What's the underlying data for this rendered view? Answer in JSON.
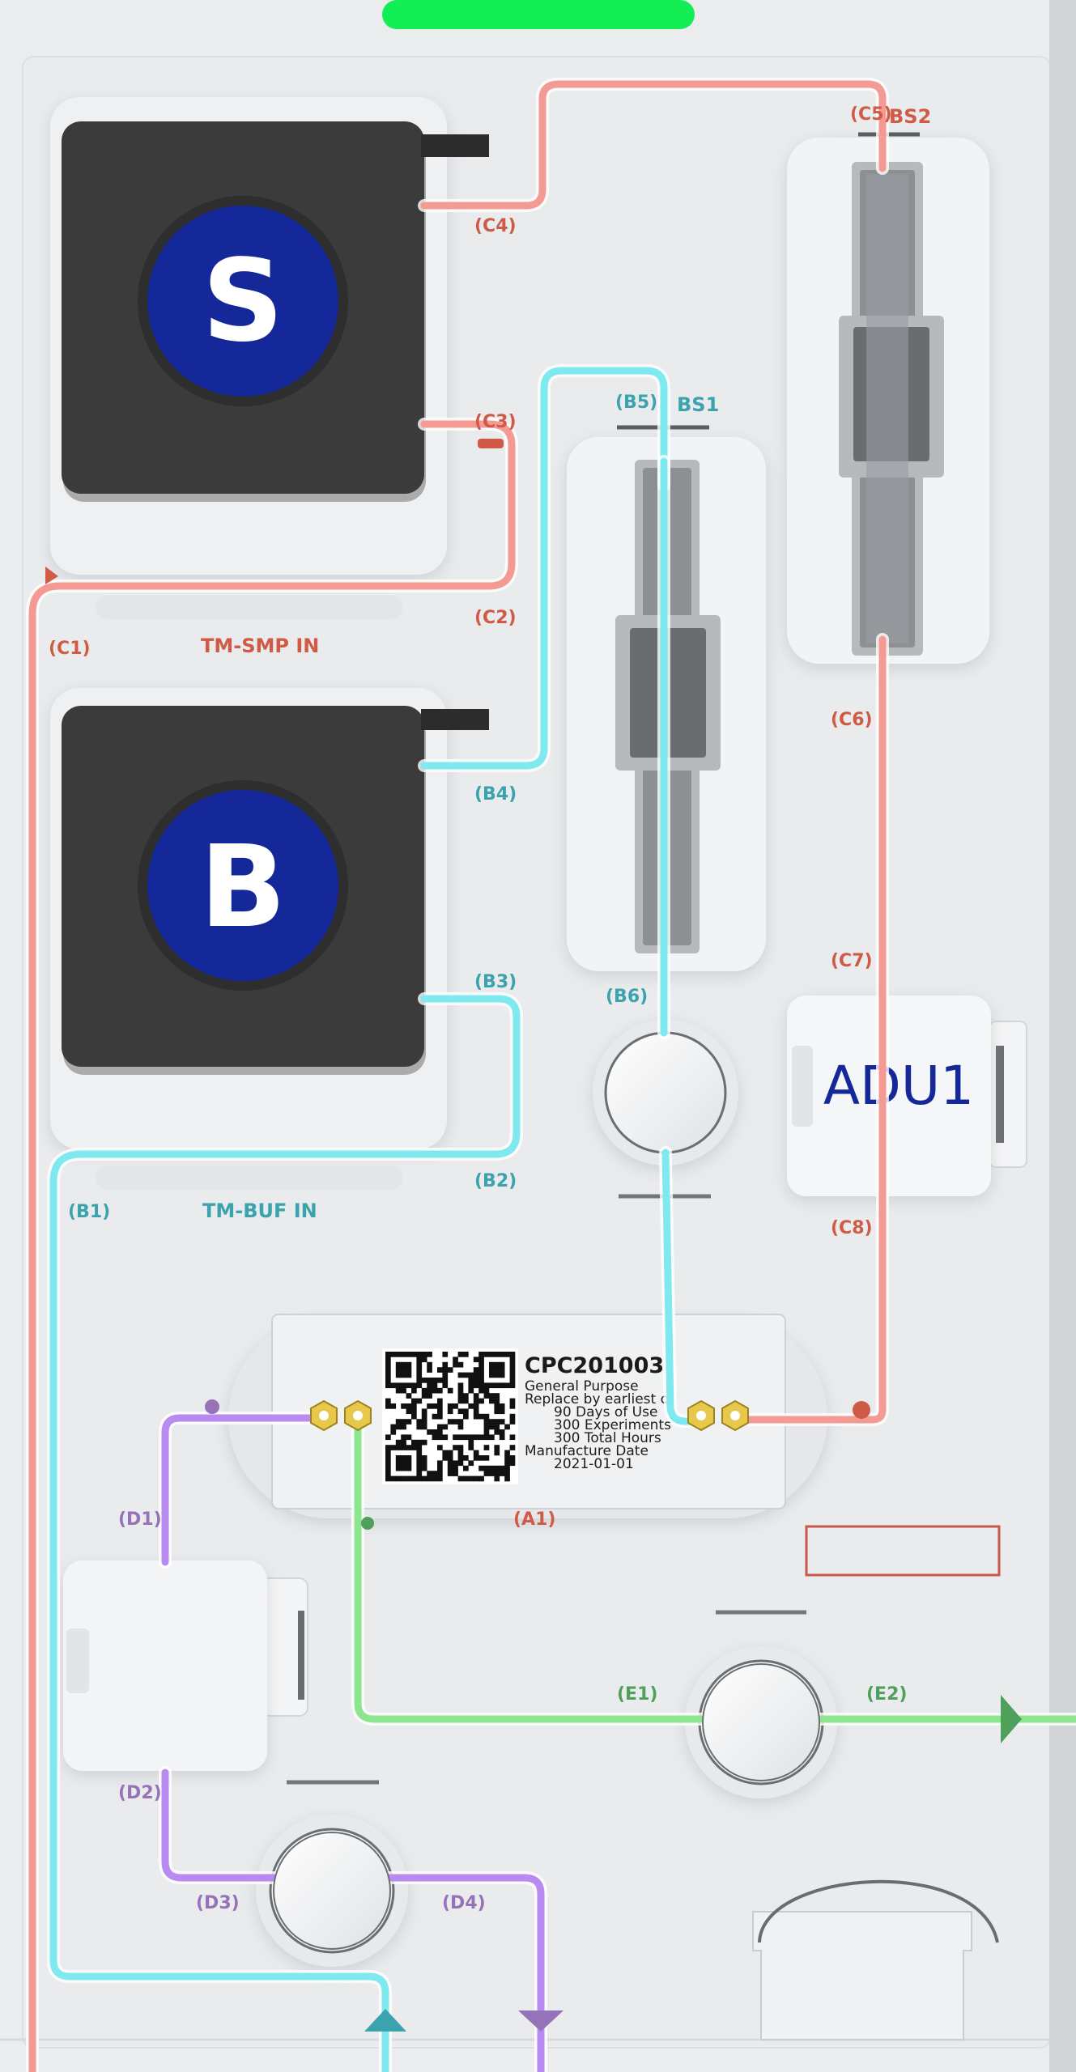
{
  "colors": {
    "sample": "#f59a92",
    "buffer": "#7ee9ee",
    "drain": "#b98af0",
    "elution": "#8de68f",
    "label_c": "#cf5a45",
    "label_b": "#3aa3ad",
    "label_d": "#9672b8",
    "label_e": "#4fa05a",
    "module_dark": "#3b3b3b",
    "badge_blue": "#14289a",
    "status_green": "#14ee55"
  },
  "reservoirs": {
    "sample": {
      "letter": "S",
      "caption": "TM-SMP IN"
    },
    "buffer": {
      "letter": "B",
      "caption": "TM-BUF IN"
    }
  },
  "columns": {
    "bs1": "BS1",
    "bs2": "BS2"
  },
  "detector": {
    "label": "ADU1"
  },
  "cartridge": {
    "id": "CPC201003",
    "lines": [
      "General Purpose",
      "Replace by earliest o",
      "90 Days of Use",
      "300 Experiments",
      "300 Total Hours",
      "Manufacture Date",
      "2021-01-01"
    ],
    "port_label": "(A1)"
  },
  "port_labels": {
    "c1": "(C1)",
    "c2": "(C2)",
    "c3": "(C3)",
    "c4": "(C4)",
    "c5": "(C5)",
    "c6": "(C6)",
    "c7": "(C7)",
    "c8": "(C8)",
    "b1": "(B1)",
    "b2": "(B2)",
    "b3": "(B3)",
    "b4": "(B4)",
    "b5": "(B5)",
    "b6": "(B6)",
    "d1": "(D1)",
    "d2": "(D2)",
    "d3": "(D3)",
    "d4": "(D4)",
    "e1": "(E1)",
    "e2": "(E2)"
  }
}
